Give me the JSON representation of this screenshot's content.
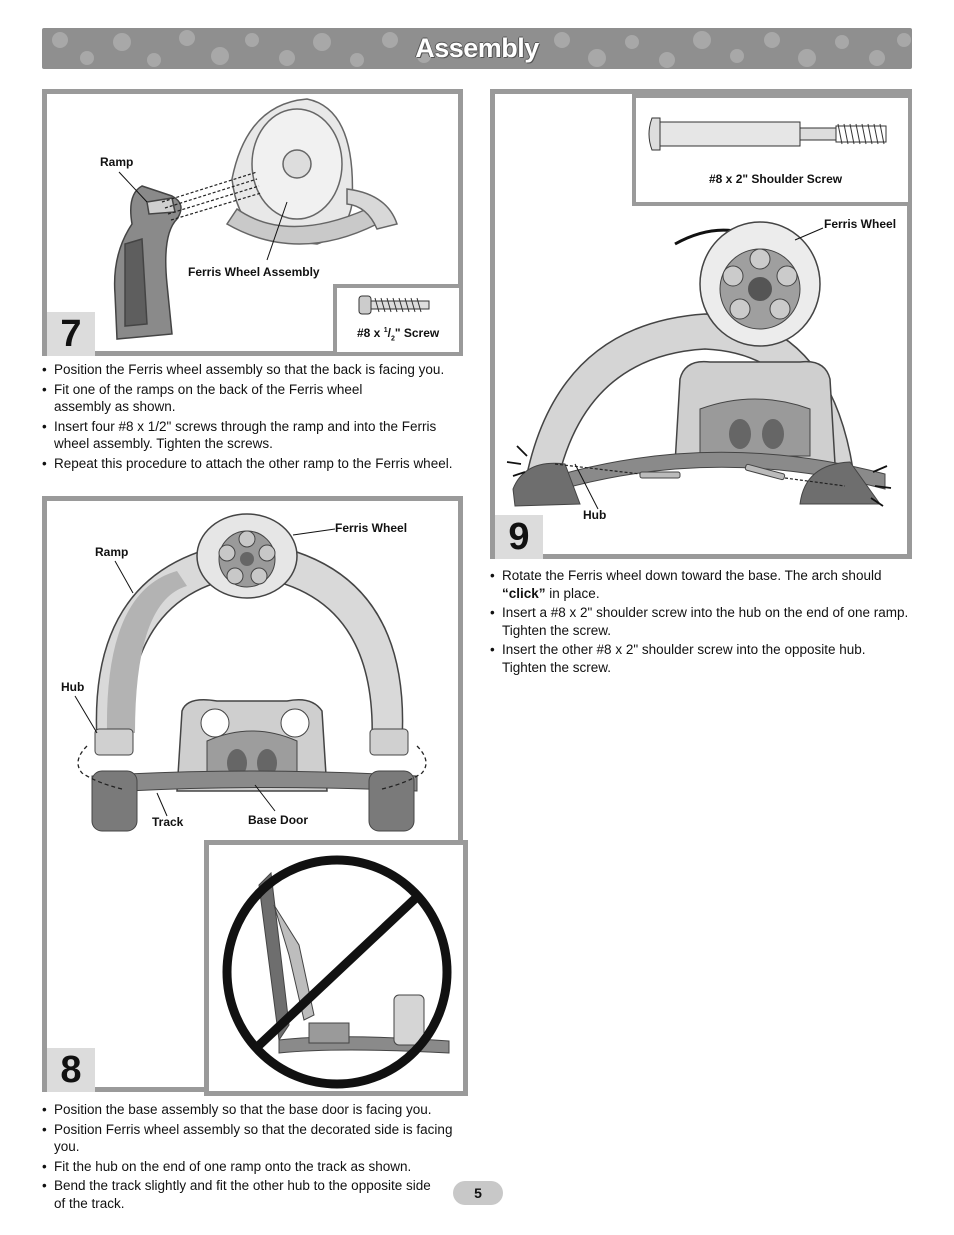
{
  "header": {
    "title": "Assembly"
  },
  "step7": {
    "number": "7",
    "labels": {
      "ramp": "Ramp",
      "ferris_wheel_assembly": "Ferris Wheel Assembly",
      "screw_prefix": "#8 x ",
      "screw_fraction_num": "1",
      "screw_fraction_den": "2",
      "screw_suffix": "\" Screw"
    },
    "instructions": [
      "Position the Ferris wheel assembly so that the back is facing you.",
      "Fit one of the ramps on the back of the Ferris wheel assembly as shown.",
      "Insert four #8 x 1/2\" screws through the ramp and into the Ferris wheel assembly. Tighten the screws.",
      "Repeat this procedure to attach the other ramp to the Ferris wheel."
    ]
  },
  "step8": {
    "number": "8",
    "labels": {
      "ferris_wheel": "Ferris Wheel",
      "ramp": "Ramp",
      "hub": "Hub",
      "track": "Track",
      "base_door": "Base Door"
    },
    "instructions": [
      "Position the base assembly so that the base door is facing you.",
      "Position Ferris wheel assembly so that the decorated side is facing you.",
      "Fit the hub on the end of one ramp onto the track as shown.",
      "Bend the track slightly and fit the other hub to the opposite side of the track."
    ]
  },
  "step9": {
    "number": "9",
    "labels": {
      "shoulder_screw": "#8 x 2\" Shoulder Screw",
      "ferris_wheel": "Ferris Wheel",
      "hub": "Hub"
    },
    "instructions": [
      {
        "before": "Rotate the Ferris wheel down toward the base. The arch should ",
        "bold": "“click”",
        "after": " in place."
      },
      {
        "before": "Insert a #8 x 2\" shoulder screw into the hub on the end of one ramp. Tighten the screw.",
        "bold": "",
        "after": ""
      },
      {
        "before": "Insert the other #8 x 2\" shoulder screw into the opposite hub. Tighten the screw.",
        "bold": "",
        "after": ""
      }
    ]
  },
  "footer": {
    "page_number": "5"
  }
}
